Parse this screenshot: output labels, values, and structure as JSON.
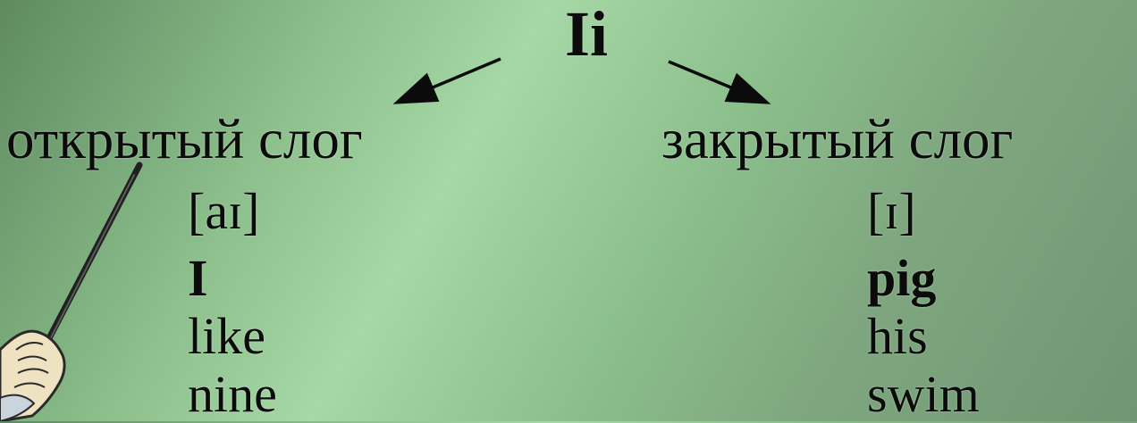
{
  "title": "Ii",
  "left": {
    "label": "открытый слог",
    "sound": "[aɪ]",
    "words": [
      "I",
      "like",
      "nine"
    ]
  },
  "right": {
    "label": "закрытый слог",
    "sound": "[ɪ]",
    "words": [
      "pig",
      "his",
      "swim"
    ]
  },
  "colors": {
    "text": "#0b0b0b",
    "accent": "#a6d7a6"
  },
  "icons": {
    "pointer": "hand-with-pointer-icon",
    "arrow_left": "arrow-left-icon",
    "arrow_right": "arrow-right-icon"
  }
}
